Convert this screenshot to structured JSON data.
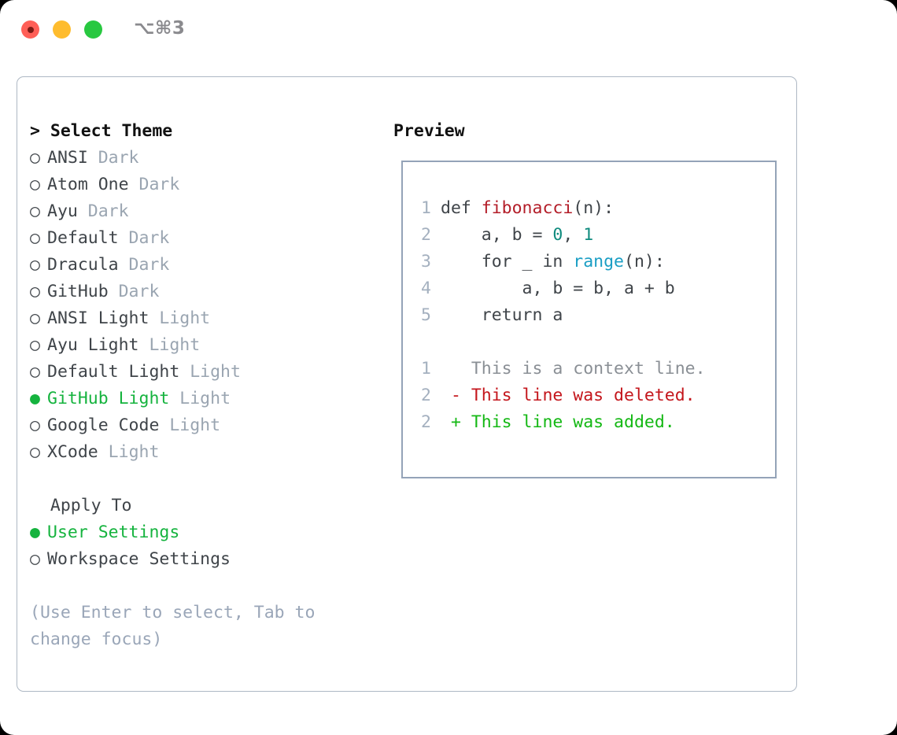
{
  "titlebar": {
    "shortcut": "⌥⌘3",
    "lights": [
      "close-red",
      "minimize-yellow",
      "zoom-green"
    ]
  },
  "left": {
    "title": "> Select Theme",
    "themes": [
      {
        "marker": "○",
        "name": "ANSI",
        "category": "Dark",
        "selected": false
      },
      {
        "marker": "○",
        "name": "Atom One",
        "category": "Dark",
        "selected": false
      },
      {
        "marker": "○",
        "name": "Ayu",
        "category": "Dark",
        "selected": false
      },
      {
        "marker": "○",
        "name": "Default",
        "category": "Dark",
        "selected": false
      },
      {
        "marker": "○",
        "name": "Dracula",
        "category": "Dark",
        "selected": false
      },
      {
        "marker": "○",
        "name": "GitHub",
        "category": "Dark",
        "selected": false
      },
      {
        "marker": "○",
        "name": "ANSI Light",
        "category": "Light",
        "selected": false
      },
      {
        "marker": "○",
        "name": "Ayu Light",
        "category": "Light",
        "selected": false
      },
      {
        "marker": "○",
        "name": "Default Light",
        "category": "Light",
        "selected": false
      },
      {
        "marker": "●",
        "name": "GitHub Light",
        "category": "Light",
        "selected": true
      },
      {
        "marker": "○",
        "name": "Google Code",
        "category": "Light",
        "selected": false
      },
      {
        "marker": "○",
        "name": "XCode",
        "category": "Light",
        "selected": false
      }
    ],
    "apply_to_header": "  Apply To",
    "apply_options": [
      {
        "marker": "●",
        "label": "User Settings",
        "selected": true
      },
      {
        "marker": "○",
        "label": "Workspace Settings",
        "selected": false
      }
    ],
    "hint": "(Use Enter to select, Tab to change focus)"
  },
  "right": {
    "title": "Preview",
    "code_lines": [
      {
        "num": "1",
        "tokens": [
          {
            "t": "def ",
            "c": "k-def"
          },
          {
            "t": "fibonacci",
            "c": "k-fn"
          },
          {
            "t": "(n):",
            "c": "k-plain"
          }
        ]
      },
      {
        "num": "2",
        "tokens": [
          {
            "t": "    a, b = ",
            "c": "k-plain"
          },
          {
            "t": "0",
            "c": "k-num"
          },
          {
            "t": ", ",
            "c": "k-plain"
          },
          {
            "t": "1",
            "c": "k-num"
          }
        ]
      },
      {
        "num": "3",
        "tokens": [
          {
            "t": "    for _ in ",
            "c": "k-plain"
          },
          {
            "t": "range",
            "c": "k-call"
          },
          {
            "t": "(n):",
            "c": "k-plain"
          }
        ]
      },
      {
        "num": "4",
        "tokens": [
          {
            "t": "        a, b = b, a + b",
            "c": "k-plain"
          }
        ]
      },
      {
        "num": "5",
        "tokens": [
          {
            "t": "    return a",
            "c": "k-plain"
          }
        ]
      }
    ],
    "diff_lines": [
      {
        "num": "1",
        "tokens": [
          {
            "t": "   This is a context line.",
            "c": "d-ctx"
          }
        ]
      },
      {
        "num": "2",
        "tokens": [
          {
            "t": " - This line was deleted.",
            "c": "d-del"
          }
        ]
      },
      {
        "num": "2",
        "tokens": [
          {
            "t": " + This line was added.",
            "c": "d-add"
          }
        ]
      }
    ]
  },
  "colors": {
    "accent_green": "#15b33e",
    "muted": "#9aa5b1",
    "hint": "#9aa6b8",
    "border": "#94a3b8",
    "panel_border": "#aeb8c4",
    "diff_add": "#14b814",
    "diff_del": "#c4161c",
    "fn_name": "#b31d28",
    "number": "#0f8b7e",
    "call": "#1a9ec4",
    "line_number": "#a4b0bf"
  }
}
